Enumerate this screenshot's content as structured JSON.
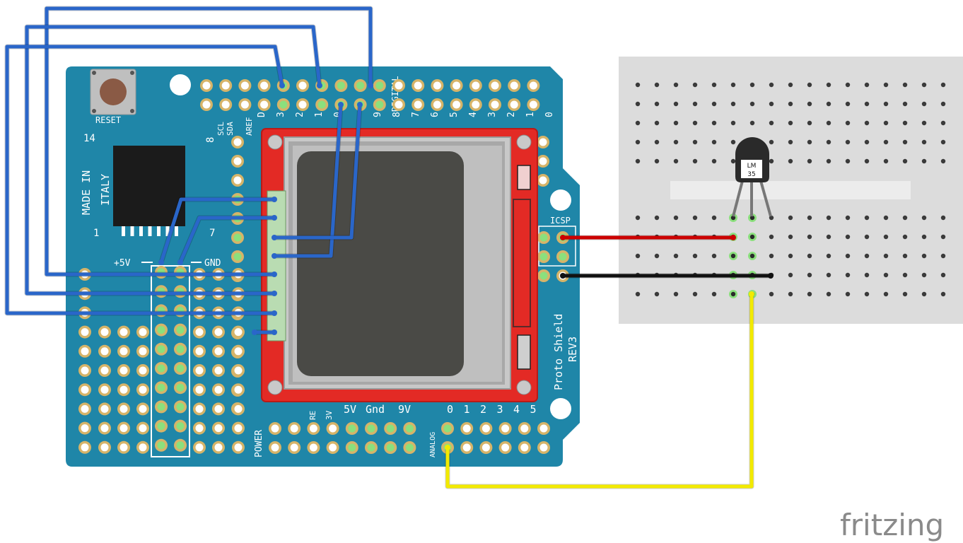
{
  "board": {
    "reset_label": "RESET",
    "made_in": "MADE IN",
    "italy": "ITALY",
    "ic_pin14": "14",
    "ic_pin1": "1",
    "ic_pin8": "8",
    "ic_pin7": "7",
    "plus5v": "+5V",
    "gnd": "GND",
    "scl": "SCL",
    "sda": "SDA",
    "aref": "AREF",
    "digital": "DIGITAL",
    "digital_pins": [
      "D",
      "3",
      "2",
      "1",
      "0",
      "9",
      "8",
      "7",
      "6",
      "5",
      "4",
      "3",
      "2",
      "1",
      "0"
    ],
    "icsp": "ICSP",
    "proto_shield": "Proto Shield",
    "rev3": "REV3",
    "power": "POWER",
    "power_pins": [
      "RE",
      "3V",
      "5V",
      "Gnd",
      "9V"
    ],
    "analog": "ANALOG",
    "analog_pins": [
      "0",
      "1",
      "2",
      "3",
      "4",
      "5"
    ],
    "color": "#1f86a8",
    "hole_color": "#d6b469"
  },
  "lcd": {
    "pcb_color": "#e32a25",
    "screen_color": "#4a4a46"
  },
  "sensor": {
    "label_line1": "LM",
    "label_line2": "35"
  },
  "wires": {
    "data_color": "#2a66c9",
    "power_color": "#cc0000",
    "ground_color": "#111111",
    "signal_color": "#f2ea00"
  },
  "watermark": "fritzing"
}
